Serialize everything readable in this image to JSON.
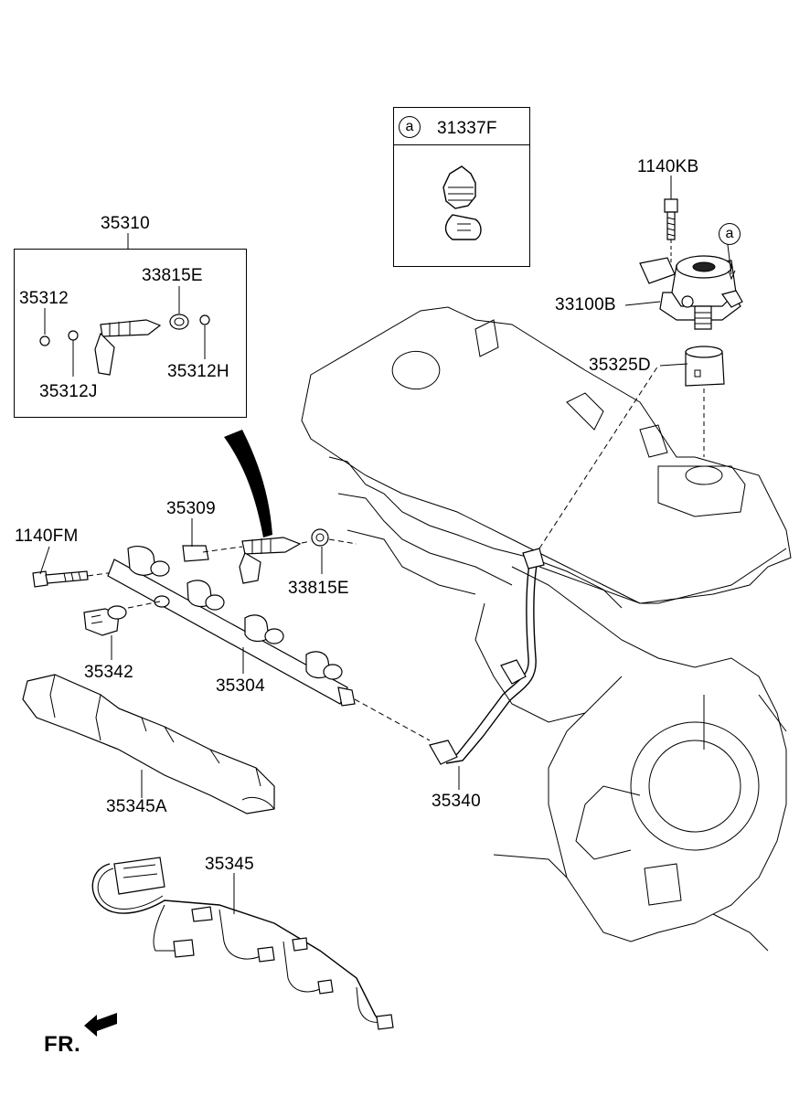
{
  "callout_ref": "a",
  "labels": {
    "p31337F": "31337F",
    "p1140KB": "1140KB",
    "p33100B": "33100B",
    "p35325D": "35325D",
    "p35310": "35310",
    "p33815E_top": "33815E",
    "p35312": "35312",
    "p35312J": "35312J",
    "p35312H": "35312H",
    "p35309": "35309",
    "p1140FM": "1140FM",
    "p33815E_mid": "33815E",
    "p35342": "35342",
    "p35304": "35304",
    "p35345A": "35345A",
    "p35340": "35340",
    "p35345": "35345"
  },
  "direction_label": "FR."
}
